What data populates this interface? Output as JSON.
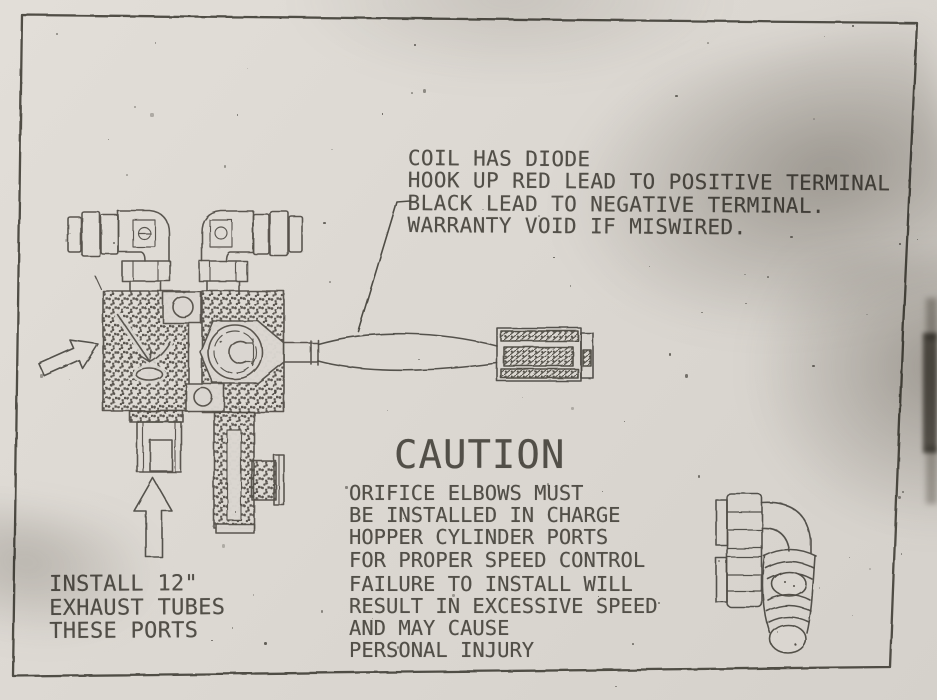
{
  "colors": {
    "paper": "#dbd7d1",
    "ink": "#44413a"
  },
  "sheet": {
    "coil_note": {
      "lines": [
        "COIL HAS DIODE",
        "HOOK UP RED LEAD TO POSITIVE TERMINAL",
        "BLACK LEAD TO NEGATIVE TERMINAL.",
        "WARRANTY VOID IF MISWIRED."
      ]
    },
    "caution": {
      "title": "CAUTION",
      "lines": [
        "ORIFICE ELBOWS MUST",
        "BE INSTALLED IN CHARGE",
        "HOPPER CYLINDER PORTS",
        "FOR PROPER SPEED CONTROL",
        "FAILURE TO INSTALL WILL",
        "RESULT IN EXCESSIVE SPEED",
        "AND MAY CAUSE",
        "PERSONAL INJURY"
      ]
    },
    "install_note": {
      "lines": [
        "INSTALL 12\"",
        "EXHAUST TUBES",
        "THESE PORTS"
      ]
    }
  }
}
